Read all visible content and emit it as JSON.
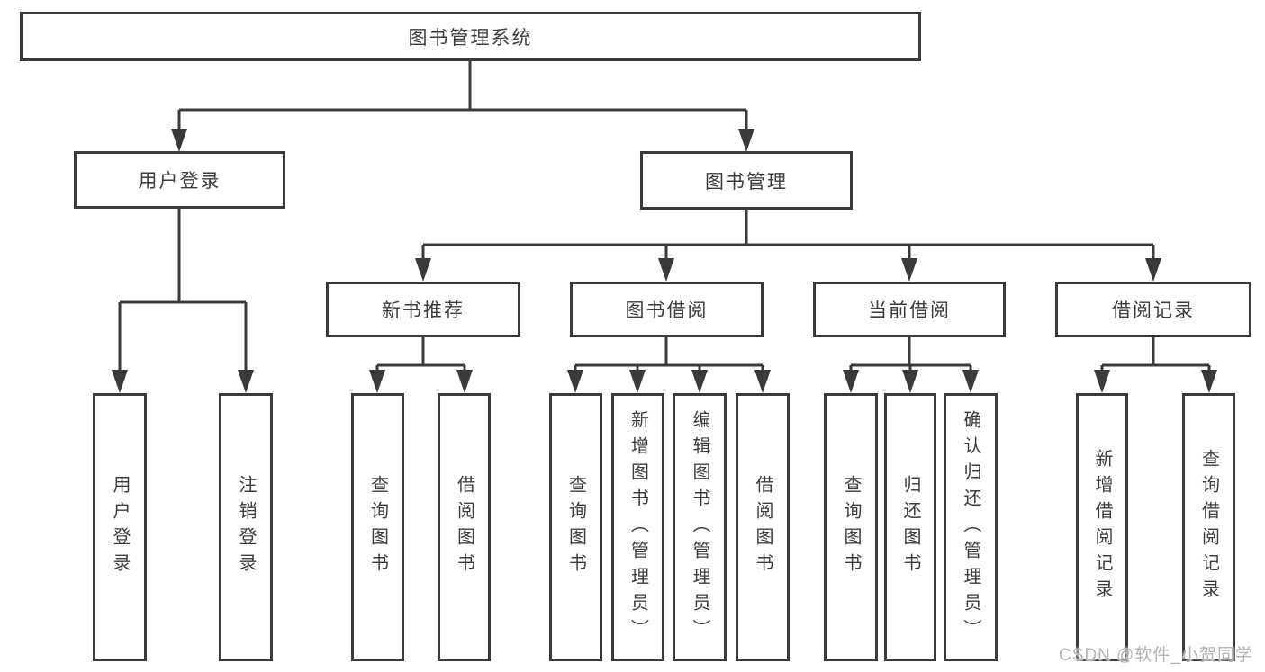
{
  "diagram": {
    "root": "图书管理系统",
    "level2": {
      "user_login": "用户登录",
      "book_mgmt": "图书管理"
    },
    "level3": {
      "new_books": "新书推荐",
      "borrowing": "图书借阅",
      "current": "当前借阅",
      "records": "借阅记录"
    },
    "leaves": {
      "user_login": "用户登录",
      "logout": "注销登录",
      "nb_query": "查询图书",
      "nb_borrow": "借阅图书",
      "bb_query": "查询图书",
      "bb_add": "新增图书（管理员）",
      "bb_edit": "编辑图书（管理员）",
      "bb_borrow": "借阅图书",
      "cb_query": "查询图书",
      "cb_return": "归还图书",
      "cb_confirm": "确认归还（管理员）",
      "br_add": "新增借阅记录",
      "br_query": "查询借阅记录"
    }
  },
  "watermark": "CSDN @软件_小贺同学",
  "colors": {
    "line": "#3a3a3a",
    "text": "#3d3d3d",
    "watermark": "#b3b3b3",
    "background": "#ffffff"
  }
}
